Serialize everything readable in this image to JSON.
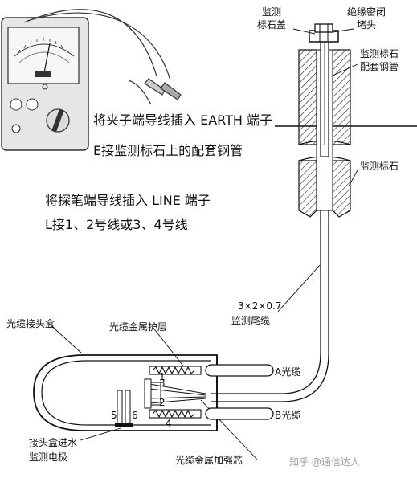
{
  "labels": {
    "cap": [
      "监测",
      "标石盖"
    ],
    "seal": [
      "绝缘密闭",
      "堵头"
    ],
    "pipe": [
      "监测标石",
      "配套钢管"
    ],
    "stone": "监测标石",
    "cable_spec": [
      "3×2×0.7",
      "监测尾缆"
    ],
    "splice_box": "光缆接头盒",
    "sheath": "光缆金属护层",
    "cable_a": "A光缆",
    "cable_b": "B光缆",
    "electrode": [
      "接头盒进水",
      "监测电极"
    ],
    "strength": "光缆金属加强芯",
    "nums": [
      "1",
      "2",
      "3",
      "4",
      "5",
      "6"
    ]
  },
  "instructions": {
    "earth_1": "将夹子端导线插入 EARTH 端子",
    "earth_2": "E接监测标石上的配套钢管",
    "line_1": "将探笔端导线插入 LINE 端子",
    "line_2": "L接1、2号线或3、4号线"
  },
  "watermark": "知乎 @通信达人",
  "colors": {
    "line": "#111111",
    "hatch": "#222222",
    "meter_face": "#f2f2f2",
    "meter_body": "#e6e6e6"
  }
}
